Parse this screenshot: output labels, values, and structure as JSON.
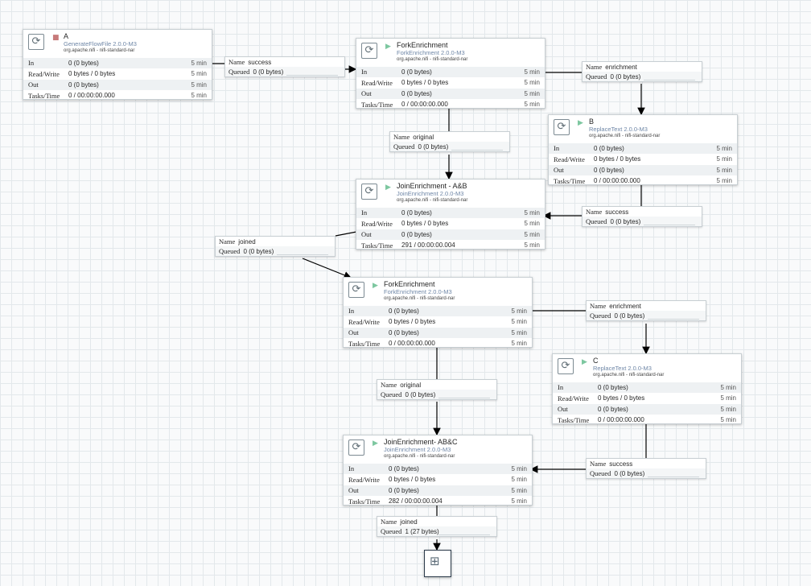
{
  "processors": {
    "a": {
      "state_icon": "stopped-icon",
      "name": "A",
      "type": "GenerateFlowFile 2.0.0-M3",
      "bundle": "org.apache.nifi - nifi-standard-nar",
      "in": "0 (0 bytes)",
      "rw": "0 bytes / 0 bytes",
      "out": "0 (0 bytes)",
      "tasks": "0 / 00:00:00.000",
      "window": "5 min"
    },
    "fork1": {
      "state_icon": "running-icon",
      "name": "ForkEnrichment",
      "type": "ForkEnrichment 2.0.0-M3",
      "bundle": "org.apache.nifi - nifi-standard-nar",
      "in": "0 (0 bytes)",
      "rw": "0 bytes / 0 bytes",
      "out": "0 (0 bytes)",
      "tasks": "0 / 00:00:00.000",
      "window": "5 min"
    },
    "b": {
      "state_icon": "running-icon",
      "name": "B",
      "type": "ReplaceText 2.0.0-M3",
      "bundle": "org.apache.nifi - nifi-standard-nar",
      "in": "0 (0 bytes)",
      "rw": "0 bytes / 0 bytes",
      "out": "0 (0 bytes)",
      "tasks": "0 / 00:00:00.000",
      "window": "5 min"
    },
    "join1": {
      "state_icon": "running-icon",
      "name": "JoinEnrichment - A&B",
      "type": "JoinEnrichment 2.0.0-M3",
      "bundle": "org.apache.nifi - nifi-standard-nar",
      "in": "0 (0 bytes)",
      "rw": "0 bytes / 0 bytes",
      "out": "0 (0 bytes)",
      "tasks": "291 / 00:00:00.004",
      "window": "5 min"
    },
    "fork2": {
      "state_icon": "running-icon",
      "name": "ForkEnrichment",
      "type": "ForkEnrichment 2.0.0-M3",
      "bundle": "org.apache.nifi - nifi-standard-nar",
      "in": "0 (0 bytes)",
      "rw": "0 bytes / 0 bytes",
      "out": "0 (0 bytes)",
      "tasks": "0 / 00:00:00.000",
      "window": "5 min"
    },
    "c": {
      "state_icon": "running-icon",
      "name": "C",
      "type": "ReplaceText 2.0.0-M3",
      "bundle": "org.apache.nifi - nifi-standard-nar",
      "in": "0 (0 bytes)",
      "rw": "0 bytes / 0 bytes",
      "out": "0 (0 bytes)",
      "tasks": "0 / 00:00:00.000",
      "window": "5 min"
    },
    "join2": {
      "state_icon": "running-icon",
      "name": "JoinEnrichment- AB&C",
      "type": "JoinEnrichment 2.0.0-M3",
      "bundle": "org.apache.nifi - nifi-standard-nar",
      "in": "0 (0 bytes)",
      "rw": "0 bytes / 0 bytes",
      "out": "0 (0 bytes)",
      "tasks": "282 / 00:00:00.004",
      "window": "5 min"
    }
  },
  "labels": {
    "in": "In",
    "rw": "Read/Write",
    "out": "Out",
    "tasks": "Tasks/Time",
    "name": "Name",
    "queued": "Queued"
  },
  "connections": {
    "a_fork1": {
      "name": "success",
      "queued": "0 (0 bytes)"
    },
    "fork1_b": {
      "name": "enrichment",
      "queued": "0 (0 bytes)"
    },
    "fork1_join1": {
      "name": "original",
      "queued": "0 (0 bytes)"
    },
    "b_join1": {
      "name": "success",
      "queued": "0 (0 bytes)"
    },
    "join1_fork2": {
      "name": "joined",
      "queued": "0 (0 bytes)"
    },
    "fork2_c": {
      "name": "enrichment",
      "queued": "0 (0 bytes)"
    },
    "fork2_join2": {
      "name": "original",
      "queued": "0 (0 bytes)"
    },
    "c_join2": {
      "name": "success",
      "queued": "0 (0 bytes)"
    },
    "join2_funnel": {
      "name": "joined",
      "queued": "1 (27 bytes)"
    }
  },
  "funnel": {
    "icon": "funnel-icon"
  }
}
